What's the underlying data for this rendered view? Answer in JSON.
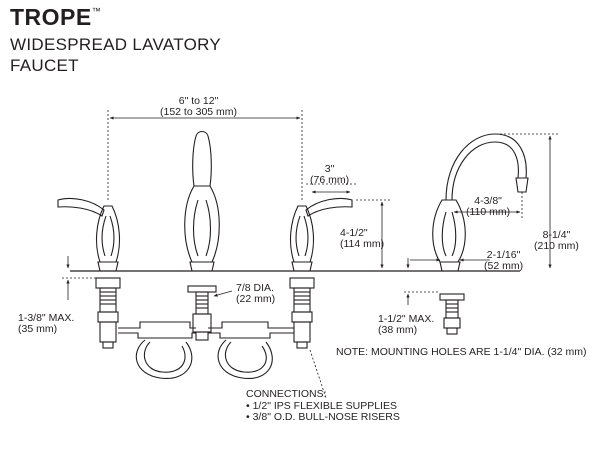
{
  "header": {
    "brand": "TROPE",
    "trademark": "™",
    "line1": "WIDESPREAD LAVATORY",
    "line2": "FAUCET"
  },
  "dimensions": {
    "spread": {
      "line1": "6\" to 12\"",
      "line2": "(152 to 305 mm)"
    },
    "handle_offset": {
      "line1": "3\"",
      "line2": "(76 mm)"
    },
    "handle_height": {
      "line1": "4-1/2\"",
      "line2": "(114 mm)"
    },
    "shank_diameter": {
      "line1": "7/8 DIA.",
      "line2": "(22 mm)"
    },
    "deck_max_left": {
      "line1": "1-3/8\" MAX.",
      "line2": "(35 mm)"
    },
    "spout_reach": {
      "line1": "4-3/8\"",
      "line2": "(110 mm)"
    },
    "spout_height": {
      "line1": "8-1/4\"",
      "line2": "(210 mm)"
    },
    "spout_base": {
      "line1": "2-1/16\"",
      "line2": "(52 mm)"
    },
    "deck_max_right": {
      "line1": "1-1/2\" MAX.",
      "line2": "(38 mm)"
    }
  },
  "note": "NOTE: MOUNTING HOLES ARE 1-1/4\" DIA. (32 mm)",
  "connections": {
    "heading": "CONNECTIONS:",
    "items": [
      "• 1/2\" IPS FLEXIBLE SUPPLIES",
      "• 3/8\" O.D. BULL-NOSE RISERS"
    ]
  }
}
